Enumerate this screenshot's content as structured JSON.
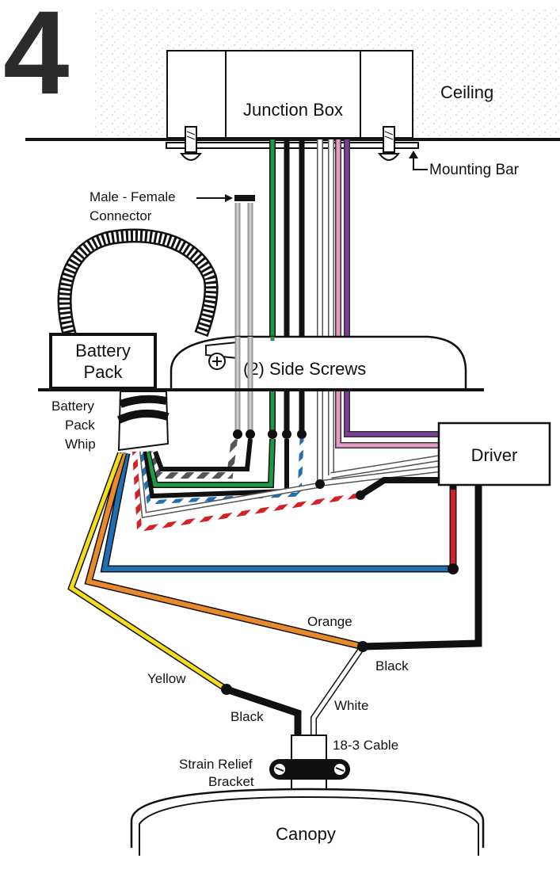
{
  "step_number": "4",
  "labels": {
    "junction_box": "Junction Box",
    "ceiling": "Ceiling",
    "mounting_bar": "Mounting Bar",
    "connector_line1": "Male - Female",
    "connector_line2": "Connector",
    "battery_pack_line1": "Battery",
    "battery_pack_line2": "Pack",
    "side_screws": "(2) Side Screws",
    "whip_line1": "Battery",
    "whip_line2": "Pack",
    "whip_line3": "Whip",
    "driver": "Driver",
    "orange": "Orange",
    "black_right": "Black",
    "yellow": "Yellow",
    "white": "White",
    "black_left": "Black",
    "cable": "18-3 Cable",
    "strain_line1": "Strain Relief",
    "strain_line2": "Bracket",
    "canopy": "Canopy"
  },
  "colors": {
    "black": "#1a1a1a",
    "green": "#1e9a45",
    "purple": "#7b3f98",
    "pink": "#e79ac4",
    "gray": "#a9a9a9",
    "white_wire": "#ffffff",
    "orange": "#e8892b",
    "yellow": "#f4dc1e",
    "blue": "#1f6fb4",
    "red": "#d42027",
    "stipple": "#bdbdbd"
  }
}
